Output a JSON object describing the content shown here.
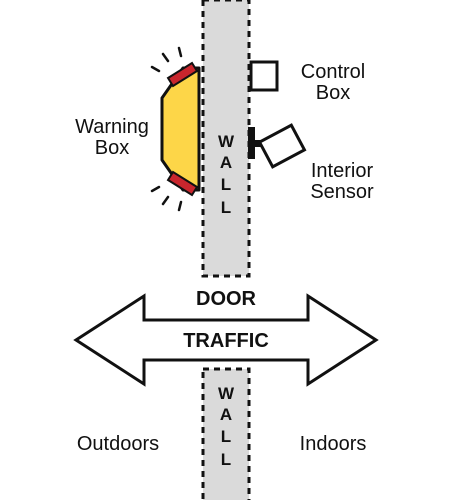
{
  "labels": {
    "control_box": [
      "Control",
      "Box"
    ],
    "warning_box": [
      "Warning",
      "Box"
    ],
    "interior_sensor": [
      "Interior",
      "Sensor"
    ],
    "wall_top": [
      "W",
      "A",
      "L",
      "L"
    ],
    "wall_bottom": [
      "W",
      "A",
      "L",
      "L"
    ],
    "door": "DOOR",
    "traffic": "TRAFFIC",
    "outdoors": "Outdoors",
    "indoors": "Indoors"
  },
  "colors": {
    "wall": "#dadada",
    "warning_box": "#fdd648",
    "warning_light": "#c9262d",
    "sensor": "#ffffff",
    "outline": "#111111"
  }
}
